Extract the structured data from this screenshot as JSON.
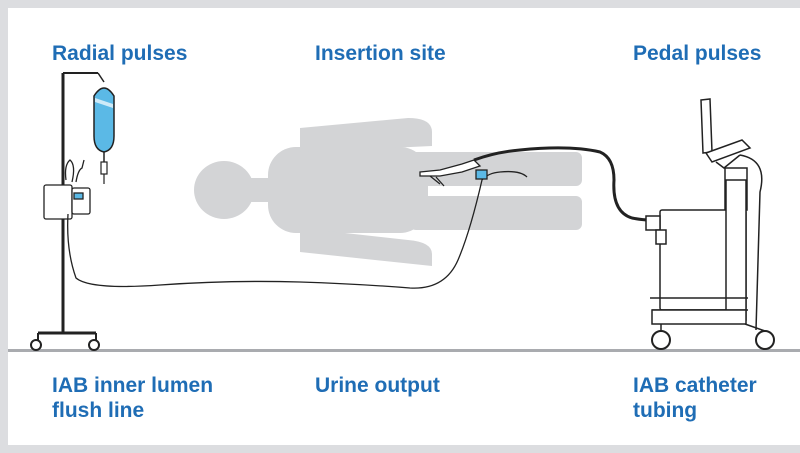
{
  "labels": {
    "radial_pulses": "Radial pulses",
    "insertion_site": "Insertion site",
    "pedal_pulses": "Pedal pulses",
    "iab_inner_lumen_line1": "IAB inner lumen",
    "iab_inner_lumen_line2": "flush line",
    "urine_output": "Urine output",
    "iab_catheter_line1": "IAB catheter",
    "iab_catheter_line2": "tubing"
  },
  "colors": {
    "label_blue": "#1f6db5",
    "frame_gray": "#dcdde0",
    "body_gray": "#d3d4d6",
    "bag_blue": "#5bb9e6",
    "ground_gray": "#a9abaf",
    "line_black": "#222222"
  }
}
